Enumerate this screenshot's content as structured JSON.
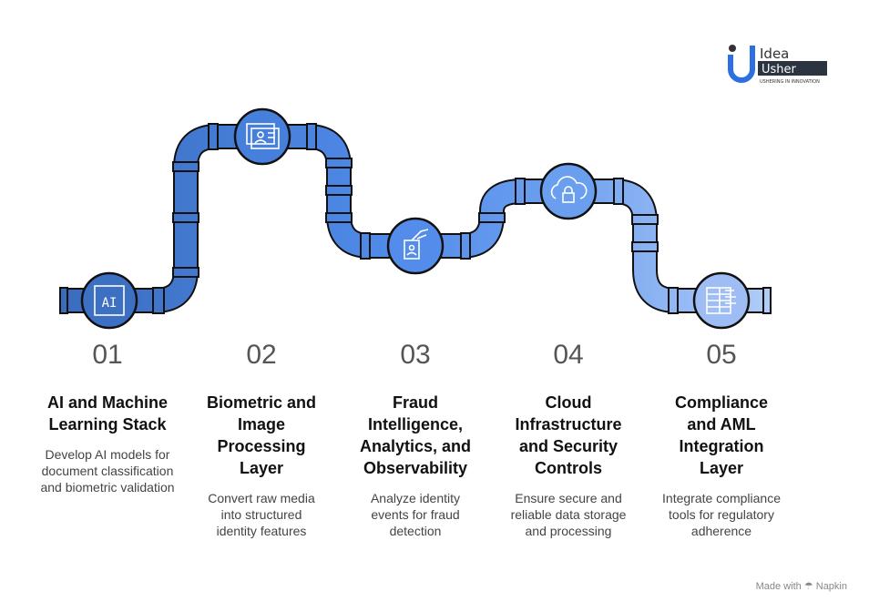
{
  "logo": {
    "line1": "Idea",
    "line2": "Usher",
    "tagline": "USHERING IN INNOVATION"
  },
  "steps": [
    {
      "number": "01",
      "title": "AI and Machine Learning Stack",
      "description": "Develop AI models for document classification and biometric validation",
      "icon": "ai-chip-icon",
      "icon_text": "AI"
    },
    {
      "number": "02",
      "title": "Biometric and Image Processing Layer",
      "description": "Convert raw media into structured identity features",
      "icon": "id-card-icon"
    },
    {
      "number": "03",
      "title": "Fraud Intelligence, Analytics, and Observability",
      "description": "Analyze identity events for fraud detection",
      "icon": "hand-id-icon"
    },
    {
      "number": "04",
      "title": "Cloud Infrastructure and Security Controls",
      "description": "Ensure secure and reliable data storage and processing",
      "icon": "cloud-lock-icon"
    },
    {
      "number": "05",
      "title": "Compliance and AML Integration Layer",
      "description": "Integrate compliance tools for regulatory adherence",
      "icon": "checklist-icon"
    }
  ],
  "footer": {
    "made_with": "Made with",
    "brand": "Napkin"
  },
  "colors": {
    "pipe_start": "#3a6bbd",
    "pipe_mid": "#4f8ae8",
    "pipe_end": "#b3cdf6",
    "outline": "#111111"
  }
}
